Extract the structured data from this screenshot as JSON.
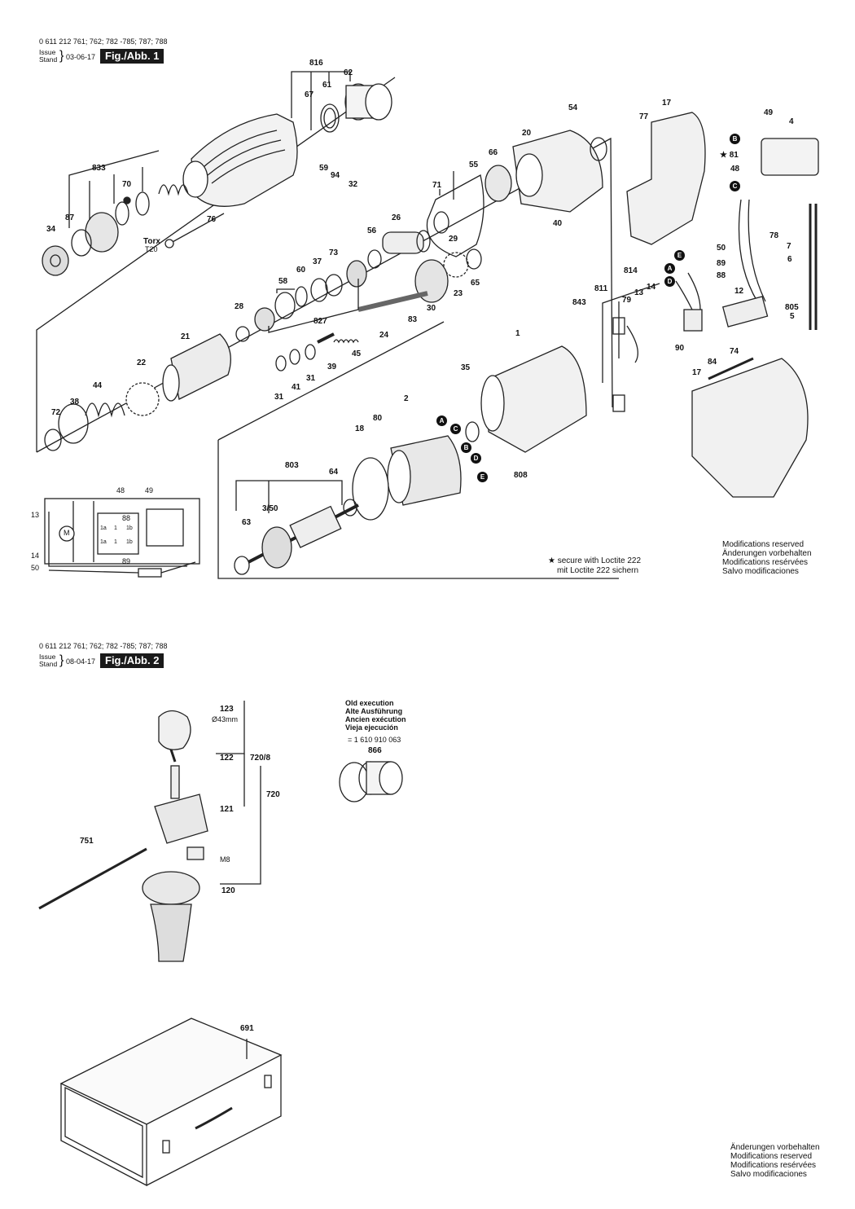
{
  "fig1": {
    "model_line": "0 611 212 761; 762; 782 -785; 787; 788",
    "issue": "Issue",
    "stand": "Stand",
    "date": "03-06-17",
    "badge": "Fig./Abb. 1",
    "labels": {
      "p816": "816",
      "p61": "61",
      "p62": "62",
      "p67": "67",
      "p54": "54",
      "p17": "17",
      "p77": "77",
      "p49": "49",
      "p4": "4",
      "p20": "20",
      "p66": "66",
      "p81": "81",
      "p48": "48",
      "p833": "833",
      "p70": "70",
      "p59": "59",
      "p94": "94",
      "p32": "32",
      "p55": "55",
      "p71": "71",
      "p40": "40",
      "p34": "34",
      "p87": "87",
      "p76": "76",
      "p26": "26",
      "p56": "56",
      "p29": "29",
      "p78": "78",
      "p7": "7",
      "p6": "6",
      "p73": "73",
      "p37": "37",
      "p60": "60",
      "p58": "58",
      "p65": "65",
      "p23": "23",
      "p50": "50",
      "p89": "89",
      "p88": "88",
      "p814": "814",
      "p811": "811",
      "p13": "13",
      "p14": "14",
      "p79": "79",
      "p843": "843",
      "p12": "12",
      "p805": "805",
      "p5": "5",
      "p28": "28",
      "p83": "83",
      "p30": "30",
      "p827": "827",
      "p24": "24",
      "p1": "1",
      "p90": "90",
      "p84": "84",
      "p74": "74",
      "p21": "21",
      "p39": "39",
      "p45": "45",
      "p22": "22",
      "p31a": "31",
      "p41": "41",
      "p31b": "31",
      "p35": "35",
      "p17b": "17",
      "p44": "44",
      "p2": "2",
      "p38": "38",
      "p72": "72",
      "p80": "80",
      "p18": "18",
      "p803": "803",
      "p64": "64",
      "p808": "808",
      "p350": "3/50",
      "p63": "63"
    },
    "torx": "Torx",
    "t20": "T20",
    "schematic": {
      "n48": "48",
      "n49": "49",
      "n13": "13",
      "n88": "88",
      "n14": "14",
      "n89": "89",
      "n50": "50",
      "m": "M",
      "c1": "1a",
      "c2": "1",
      "c3": "1b",
      "c4": "1a",
      "c5": "1",
      "c6": "1b"
    },
    "loctite_note": {
      "line1": "secure with Loctite 222",
      "line2": "mit Loctite 222 sichern"
    },
    "modifications": [
      "Modifications reserved",
      "Änderungen vorbehalten",
      "Modifications resérvées",
      "Salvo modificaciones"
    ],
    "markers": {
      "a": "A",
      "b": "B",
      "c": "C",
      "d": "D",
      "e": "E"
    }
  },
  "fig2": {
    "model_line": "0 611 212 761; 762; 782 -785; 787; 788",
    "issue": "Issue",
    "stand": "Stand",
    "date": "08-04-17",
    "badge": "Fig./Abb. 2",
    "labels": {
      "p123": "123",
      "d43": "Ø43mm",
      "p122": "122",
      "p7208": "720/8",
      "p720": "720",
      "p121": "121",
      "p751": "751",
      "m8": "M8",
      "p120": "120",
      "p866": "866",
      "p691": "691"
    },
    "old_execution": [
      "Old execution",
      "Alte Ausführung",
      "Ancien exécution",
      "Vieja ejecución"
    ],
    "old_part_no": "= 1 610 910 063",
    "modifications": [
      "Änderungen vorbehalten",
      "Modifications reserved",
      "Modifications resérvées",
      "Salvo modificaciones"
    ]
  }
}
